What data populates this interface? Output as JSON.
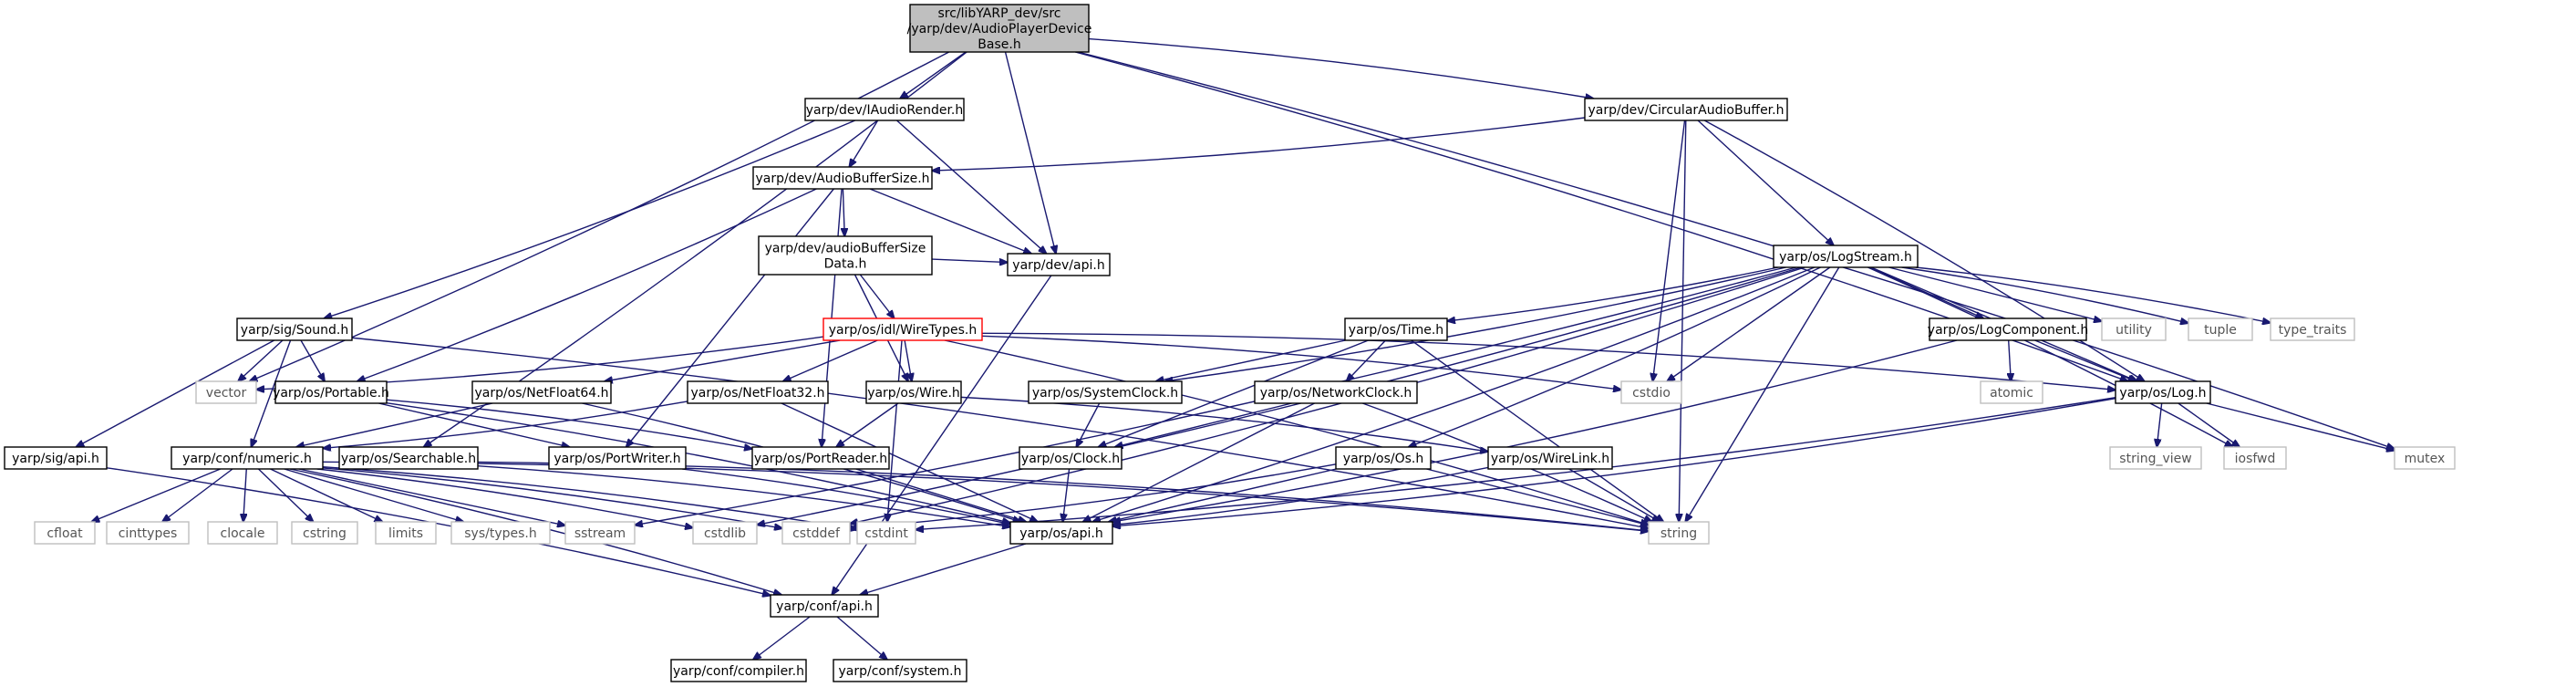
{
  "diagram": {
    "nodes": [
      {
        "id": "root",
        "style": "root",
        "lines": [
          "src/libYARP_dev/src",
          "/yarp/dev/AudioPlayerDevice",
          "Base.h"
        ]
      },
      {
        "id": "iaudiorender",
        "style": "normal",
        "lines": [
          "yarp/dev/IAudioRender.h"
        ]
      },
      {
        "id": "circularaudiobuffer",
        "style": "normal",
        "lines": [
          "yarp/dev/CircularAudioBuffer.h"
        ]
      },
      {
        "id": "audiobuffersize",
        "style": "normal",
        "lines": [
          "yarp/dev/AudioBufferSize.h"
        ]
      },
      {
        "id": "audiobuffersizedata",
        "style": "normal",
        "lines": [
          "yarp/dev/audioBufferSize",
          "Data.h"
        ]
      },
      {
        "id": "devapi",
        "style": "normal",
        "lines": [
          "yarp/dev/api.h"
        ]
      },
      {
        "id": "wiretypes",
        "style": "red",
        "lines": [
          "yarp/os/idl/WireTypes.h"
        ]
      },
      {
        "id": "sound",
        "style": "normal",
        "lines": [
          "yarp/sig/Sound.h"
        ]
      },
      {
        "id": "logstream",
        "style": "normal",
        "lines": [
          "yarp/os/LogStream.h"
        ]
      },
      {
        "id": "time",
        "style": "normal",
        "lines": [
          "yarp/os/Time.h"
        ]
      },
      {
        "id": "logcomponent",
        "style": "normal",
        "lines": [
          "yarp/os/LogComponent.h"
        ]
      },
      {
        "id": "utility",
        "style": "system",
        "lines": [
          "utility"
        ]
      },
      {
        "id": "tuple",
        "style": "system",
        "lines": [
          "tuple"
        ]
      },
      {
        "id": "type_traits",
        "style": "system",
        "lines": [
          "type_traits"
        ]
      },
      {
        "id": "vector",
        "style": "system",
        "lines": [
          "vector"
        ]
      },
      {
        "id": "portable",
        "style": "normal",
        "lines": [
          "yarp/os/Portable.h"
        ]
      },
      {
        "id": "netfloat64",
        "style": "normal",
        "lines": [
          "yarp/os/NetFloat64.h"
        ]
      },
      {
        "id": "netfloat32",
        "style": "normal",
        "lines": [
          "yarp/os/NetFloat32.h"
        ]
      },
      {
        "id": "wire",
        "style": "normal",
        "lines": [
          "yarp/os/Wire.h"
        ]
      },
      {
        "id": "systemclock",
        "style": "normal",
        "lines": [
          "yarp/os/SystemClock.h"
        ]
      },
      {
        "id": "networkclock",
        "style": "normal",
        "lines": [
          "yarp/os/NetworkClock.h"
        ]
      },
      {
        "id": "cstdio",
        "style": "system",
        "lines": [
          "cstdio"
        ]
      },
      {
        "id": "atomic",
        "style": "system",
        "lines": [
          "atomic"
        ]
      },
      {
        "id": "log",
        "style": "normal",
        "lines": [
          "yarp/os/Log.h"
        ]
      },
      {
        "id": "sigapi",
        "style": "normal",
        "lines": [
          "yarp/sig/api.h"
        ]
      },
      {
        "id": "numeric",
        "style": "normal",
        "lines": [
          "yarp/conf/numeric.h"
        ]
      },
      {
        "id": "searchable",
        "style": "normal",
        "lines": [
          "yarp/os/Searchable.h"
        ]
      },
      {
        "id": "portwriter",
        "style": "normal",
        "lines": [
          "yarp/os/PortWriter.h"
        ]
      },
      {
        "id": "portreader",
        "style": "normal",
        "lines": [
          "yarp/os/PortReader.h"
        ]
      },
      {
        "id": "clock",
        "style": "normal",
        "lines": [
          "yarp/os/Clock.h"
        ]
      },
      {
        "id": "wirelink",
        "style": "normal",
        "lines": [
          "yarp/os/WireLink.h"
        ]
      },
      {
        "id": "os",
        "style": "normal",
        "lines": [
          "yarp/os/Os.h"
        ]
      },
      {
        "id": "string_view",
        "style": "system",
        "lines": [
          "string_view"
        ]
      },
      {
        "id": "iosfwd",
        "style": "system",
        "lines": [
          "iosfwd"
        ]
      },
      {
        "id": "mutex",
        "style": "system",
        "lines": [
          "mutex"
        ]
      },
      {
        "id": "cfloat",
        "style": "system",
        "lines": [
          "cfloat"
        ]
      },
      {
        "id": "cinttypes",
        "style": "system",
        "lines": [
          "cinttypes"
        ]
      },
      {
        "id": "clocale",
        "style": "system",
        "lines": [
          "clocale"
        ]
      },
      {
        "id": "cstring",
        "style": "system",
        "lines": [
          "cstring"
        ]
      },
      {
        "id": "limits",
        "style": "system",
        "lines": [
          "limits"
        ]
      },
      {
        "id": "systypes",
        "style": "system",
        "lines": [
          "sys/types.h"
        ]
      },
      {
        "id": "sstream",
        "style": "system",
        "lines": [
          "sstream"
        ]
      },
      {
        "id": "cstdlib",
        "style": "system",
        "lines": [
          "cstdlib"
        ]
      },
      {
        "id": "cstddef",
        "style": "system",
        "lines": [
          "cstddef"
        ]
      },
      {
        "id": "cstdint",
        "style": "system",
        "lines": [
          "cstdint"
        ]
      },
      {
        "id": "osapi",
        "style": "normal",
        "lines": [
          "yarp/os/api.h"
        ]
      },
      {
        "id": "string",
        "style": "system",
        "lines": [
          "string"
        ]
      },
      {
        "id": "confapi",
        "style": "normal",
        "lines": [
          "yarp/conf/api.h"
        ]
      },
      {
        "id": "compiler",
        "style": "normal",
        "lines": [
          "yarp/conf/compiler.h"
        ]
      },
      {
        "id": "system",
        "style": "normal",
        "lines": [
          "yarp/conf/system.h"
        ]
      }
    ],
    "edges": [
      [
        "root",
        "iaudiorender"
      ],
      [
        "root",
        "circularaudiobuffer"
      ],
      [
        "root",
        "devapi"
      ],
      [
        "root",
        "vector"
      ],
      [
        "root",
        "searchable"
      ],
      [
        "root",
        "log"
      ],
      [
        "root",
        "mutex"
      ],
      [
        "iaudiorender",
        "audiobuffersize"
      ],
      [
        "iaudiorender",
        "sound"
      ],
      [
        "iaudiorender",
        "devapi"
      ],
      [
        "circularaudiobuffer",
        "audiobuffersize"
      ],
      [
        "circularaudiobuffer",
        "logstream"
      ],
      [
        "circularaudiobuffer",
        "cstdio"
      ],
      [
        "circularaudiobuffer",
        "log"
      ],
      [
        "circularaudiobuffer",
        "string"
      ],
      [
        "audiobuffersize",
        "audiobuffersizedata"
      ],
      [
        "audiobuffersize",
        "devapi"
      ],
      [
        "audiobuffersize",
        "portable"
      ],
      [
        "audiobuffersize",
        "portwriter"
      ],
      [
        "audiobuffersize",
        "portreader"
      ],
      [
        "audiobuffersizedata",
        "wiretypes"
      ],
      [
        "audiobuffersizedata",
        "devapi"
      ],
      [
        "audiobuffersizedata",
        "wire"
      ],
      [
        "devapi",
        "confapi"
      ],
      [
        "wiretypes",
        "vector"
      ],
      [
        "wiretypes",
        "netfloat64"
      ],
      [
        "wiretypes",
        "netfloat32"
      ],
      [
        "wiretypes",
        "wire"
      ],
      [
        "wiretypes",
        "cstdio"
      ],
      [
        "wiretypes",
        "log"
      ],
      [
        "wiretypes",
        "string"
      ],
      [
        "wiretypes",
        "cstdint"
      ],
      [
        "sound",
        "vector"
      ],
      [
        "sound",
        "portable"
      ],
      [
        "sound",
        "sigapi"
      ],
      [
        "sound",
        "numeric"
      ],
      [
        "sound",
        "string"
      ],
      [
        "logstream",
        "time"
      ],
      [
        "logstream",
        "logcomponent"
      ],
      [
        "logstream",
        "utility"
      ],
      [
        "logstream",
        "tuple"
      ],
      [
        "logstream",
        "type_traits"
      ],
      [
        "logstream",
        "systemclock"
      ],
      [
        "logstream",
        "cstdio"
      ],
      [
        "logstream",
        "log"
      ],
      [
        "logstream",
        "iosfwd"
      ],
      [
        "logstream",
        "string"
      ],
      [
        "logstream",
        "sstream"
      ],
      [
        "logstream",
        "cstdlib"
      ],
      [
        "logstream",
        "cstddef"
      ],
      [
        "logstream",
        "os"
      ],
      [
        "logstream",
        "osapi"
      ],
      [
        "time",
        "systemclock"
      ],
      [
        "time",
        "networkclock"
      ],
      [
        "time",
        "clock"
      ],
      [
        "time",
        "string"
      ],
      [
        "logcomponent",
        "atomic"
      ],
      [
        "logcomponent",
        "log"
      ],
      [
        "logcomponent",
        "osapi"
      ],
      [
        "log",
        "string_view"
      ],
      [
        "log",
        "iosfwd"
      ],
      [
        "log",
        "mutex"
      ],
      [
        "log",
        "osapi"
      ],
      [
        "log",
        "cstdint"
      ],
      [
        "portable",
        "portwriter"
      ],
      [
        "portable",
        "portreader"
      ],
      [
        "portable",
        "osapi"
      ],
      [
        "netfloat64",
        "numeric"
      ],
      [
        "netfloat64",
        "osapi"
      ],
      [
        "netfloat32",
        "numeric"
      ],
      [
        "netfloat32",
        "osapi"
      ],
      [
        "wire",
        "portreader"
      ],
      [
        "wire",
        "wirelink"
      ],
      [
        "systemclock",
        "clock"
      ],
      [
        "networkclock",
        "clock"
      ],
      [
        "networkclock",
        "string"
      ],
      [
        "networkclock",
        "osapi"
      ],
      [
        "sigapi",
        "confapi"
      ],
      [
        "numeric",
        "cfloat"
      ],
      [
        "numeric",
        "cinttypes"
      ],
      [
        "numeric",
        "clocale"
      ],
      [
        "numeric",
        "cstring"
      ],
      [
        "numeric",
        "limits"
      ],
      [
        "numeric",
        "systypes"
      ],
      [
        "numeric",
        "sstream"
      ],
      [
        "numeric",
        "cstdlib"
      ],
      [
        "numeric",
        "cstddef"
      ],
      [
        "numeric",
        "cstdint"
      ],
      [
        "numeric",
        "string"
      ],
      [
        "numeric",
        "confapi"
      ],
      [
        "searchable",
        "osapi"
      ],
      [
        "searchable",
        "string"
      ],
      [
        "portwriter",
        "osapi"
      ],
      [
        "portreader",
        "osapi"
      ],
      [
        "clock",
        "osapi"
      ],
      [
        "wirelink",
        "osapi"
      ],
      [
        "wirelink",
        "string"
      ],
      [
        "os",
        "osapi"
      ],
      [
        "os",
        "string"
      ],
      [
        "os",
        "cstddef"
      ],
      [
        "osapi",
        "confapi"
      ],
      [
        "confapi",
        "compiler"
      ],
      [
        "confapi",
        "system"
      ]
    ]
  }
}
